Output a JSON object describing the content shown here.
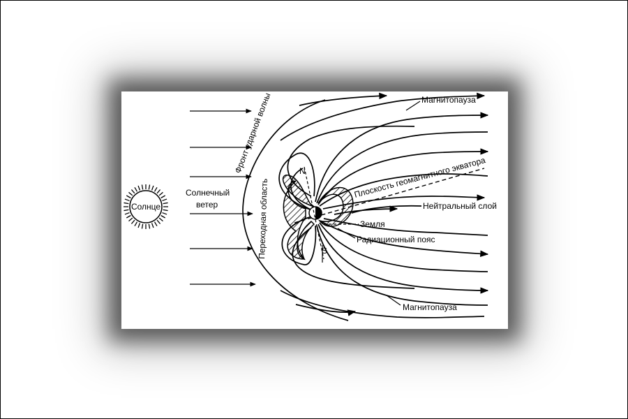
{
  "labels": {
    "sun": "Солнце",
    "solar_wind_line1": "Солнечный",
    "solar_wind_line2": "ветер",
    "bow_shock": "Фронт ударной волны",
    "transition_region": "Переходная область",
    "magnetopause_top": "Магнитопауза",
    "magnetopause_bottom": "Магнитопауза",
    "geomagnetic_equator": "Плоскость геомагнитного экватора",
    "neutral_layer": "Нейтральный слой",
    "earth": "Земля",
    "radiation_belt": "Радиационный пояс",
    "north": "N",
    "south": "S"
  },
  "colors": {
    "ink": "#000000",
    "paper": "#ffffff",
    "shadow": "#222222"
  }
}
